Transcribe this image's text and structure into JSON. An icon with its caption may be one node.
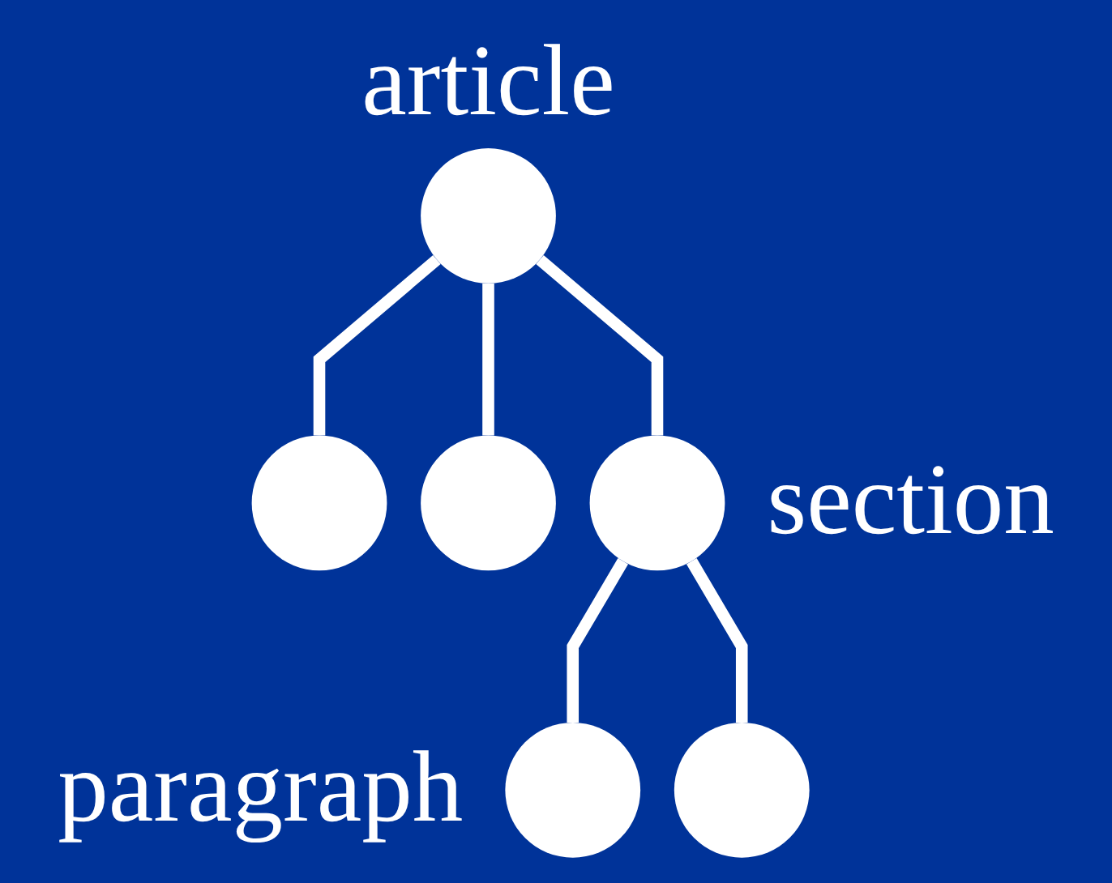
{
  "diagram": {
    "nodes": [
      {
        "text": [],
        "shape": "circle",
        "beside": [
          "article"
        ]
      },
      {
        "text": [],
        "shape": "circle"
      },
      {
        "text": [],
        "shape": "circle"
      },
      {
        "text": [],
        "shape": "circle",
        "beside": [
          "section"
        ]
      },
      {
        "text": [],
        "shape": "circle",
        "beside": [
          "paragraph"
        ]
      },
      {
        "text": [],
        "shape": "circle"
      }
    ],
    "edges": [
      {
        "from": 0,
        "to": 1,
        "arrow": "none"
      },
      {
        "from": 0,
        "to": 2,
        "arrow": "none"
      },
      {
        "from": 0,
        "to": 3,
        "arrow": "none"
      },
      {
        "from": 3,
        "to": 4,
        "arrow": "none"
      },
      {
        "from": 3,
        "to": 5,
        "arrow": "none"
      }
    ]
  }
}
